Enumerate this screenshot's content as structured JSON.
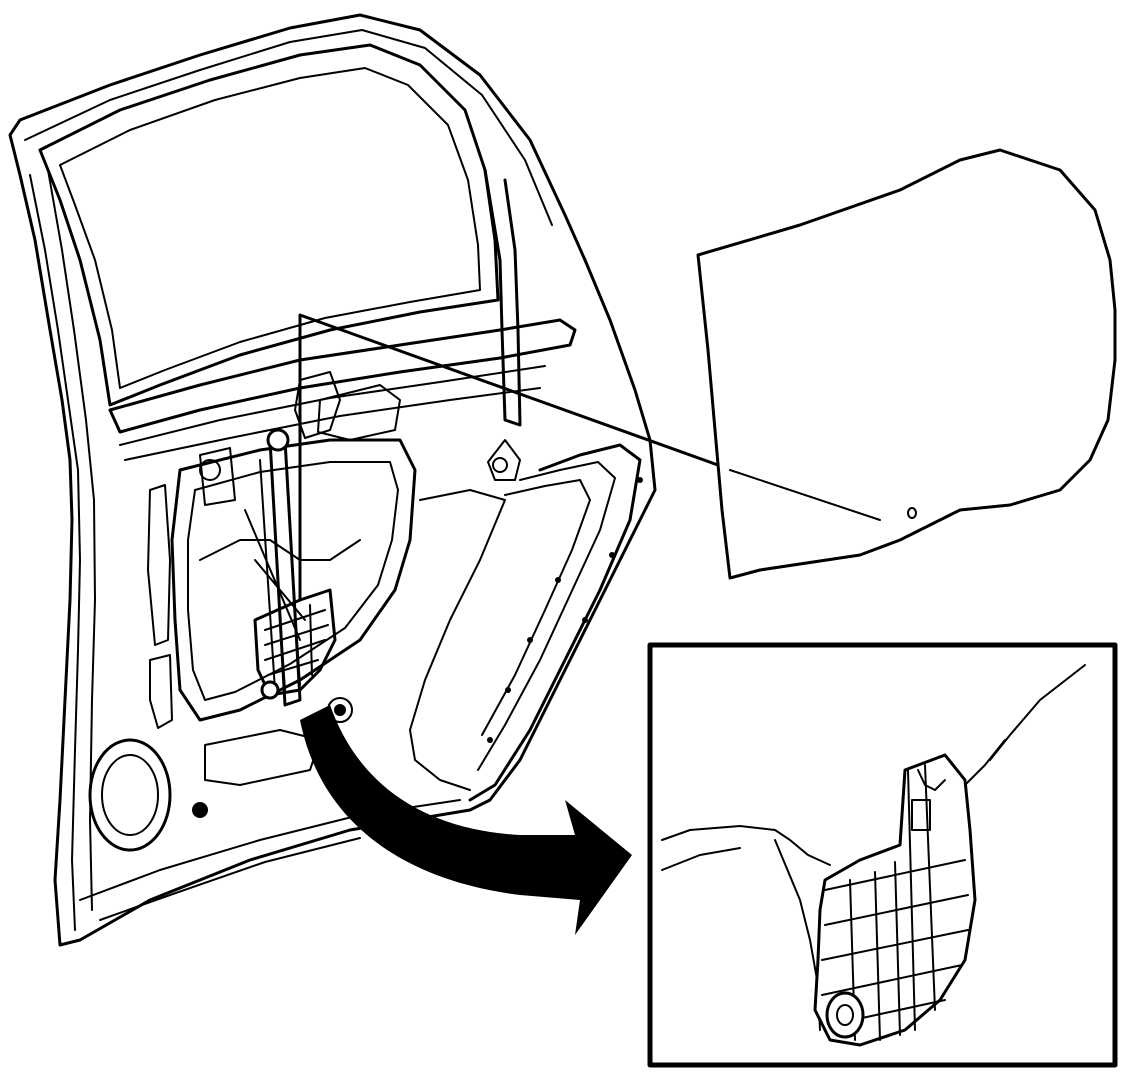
{
  "diagram": {
    "type": "exploded-view-service-illustration",
    "components": [
      {
        "id": "rear-door",
        "icon": "door-frame-icon"
      },
      {
        "id": "door-window-glass",
        "icon": "glass-panel-icon"
      },
      {
        "id": "window-regulator",
        "icon": "regulator-icon"
      },
      {
        "id": "glass-to-regulator-clip",
        "icon": "clip-icon"
      }
    ],
    "callouts": [
      {
        "from": "window-regulator",
        "to": "door-window-glass",
        "style": "leader-line"
      },
      {
        "from": "window-regulator",
        "to": "detail-inset",
        "style": "curved-arrow"
      }
    ],
    "colors": {
      "line": "#000000",
      "background": "#ffffff"
    }
  }
}
